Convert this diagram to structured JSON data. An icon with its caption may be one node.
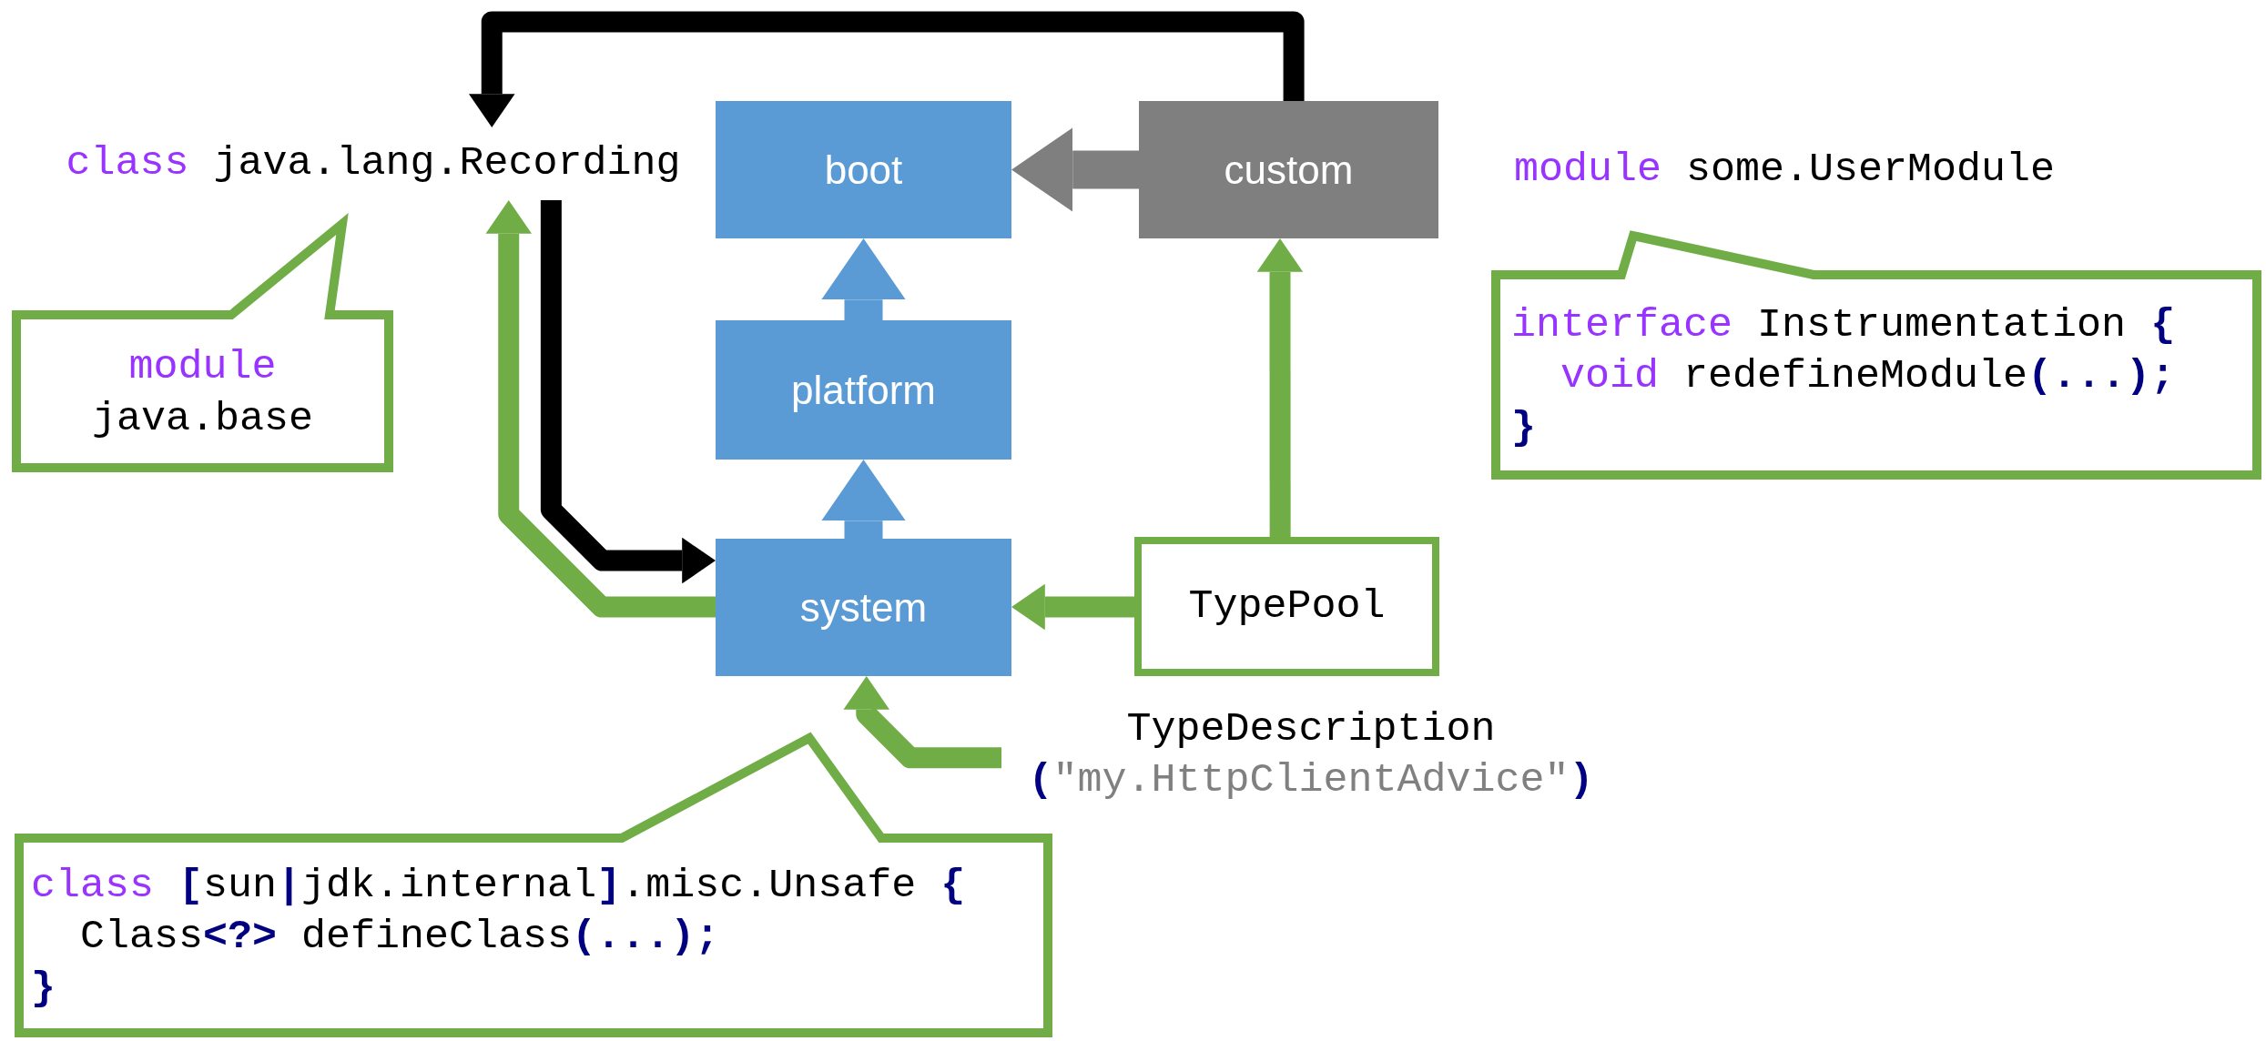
{
  "diagram": {
    "nodes": [
      {
        "text": [
          "class",
          "java.lang.Recording"
        ]
      },
      {
        "text": [
          "boot"
        ]
      },
      {
        "text": [
          "custom"
        ]
      },
      {
        "text": [
          "module",
          "some.UserModule"
        ]
      },
      {
        "text": [
          "module",
          "java.base"
        ]
      },
      {
        "text": [
          "platform"
        ]
      },
      {
        "text": [
          "interface",
          "Instrumentation **{**",
          "void",
          "redefineModule**(...);**",
          "**}**"
        ]
      },
      {
        "text": [
          "system"
        ]
      },
      {
        "text": [
          "TypePool"
        ]
      },
      {
        "text": [
          "TypeDescription",
          "**(**\"my.HttpClientAdvice\"**)**"
        ]
      },
      {
        "text": [
          "class",
          "**[**sun**|**jdk.internal**]**.misc.Unsafe **{**",
          "Class**<?>** defineClass**(...);**",
          "**}**"
        ]
      }
    ],
    "edges": [
      {
        "from": 2,
        "to": 0,
        "arrow": "to",
        "color": "#000000"
      },
      {
        "from": 0,
        "to": 7,
        "arrow": "to",
        "color": "#000000"
      },
      {
        "from": 7,
        "to": 0,
        "arrow": "to"
      },
      {
        "from": 2,
        "to": 1,
        "arrow": "to",
        "style": "thick",
        "color": "#7f7f7f"
      },
      {
        "from": 5,
        "to": 1,
        "arrow": "to",
        "style": "thick",
        "color": "#5b9bd5"
      },
      {
        "from": 7,
        "to": 5,
        "arrow": "to",
        "style": "thick",
        "color": "#5b9bd5"
      },
      {
        "from": 8,
        "to": 2,
        "arrow": "to"
      },
      {
        "from": 8,
        "to": 7,
        "arrow": "to"
      },
      {
        "from": 9,
        "to": 7,
        "arrow": "to"
      }
    ]
  }
}
